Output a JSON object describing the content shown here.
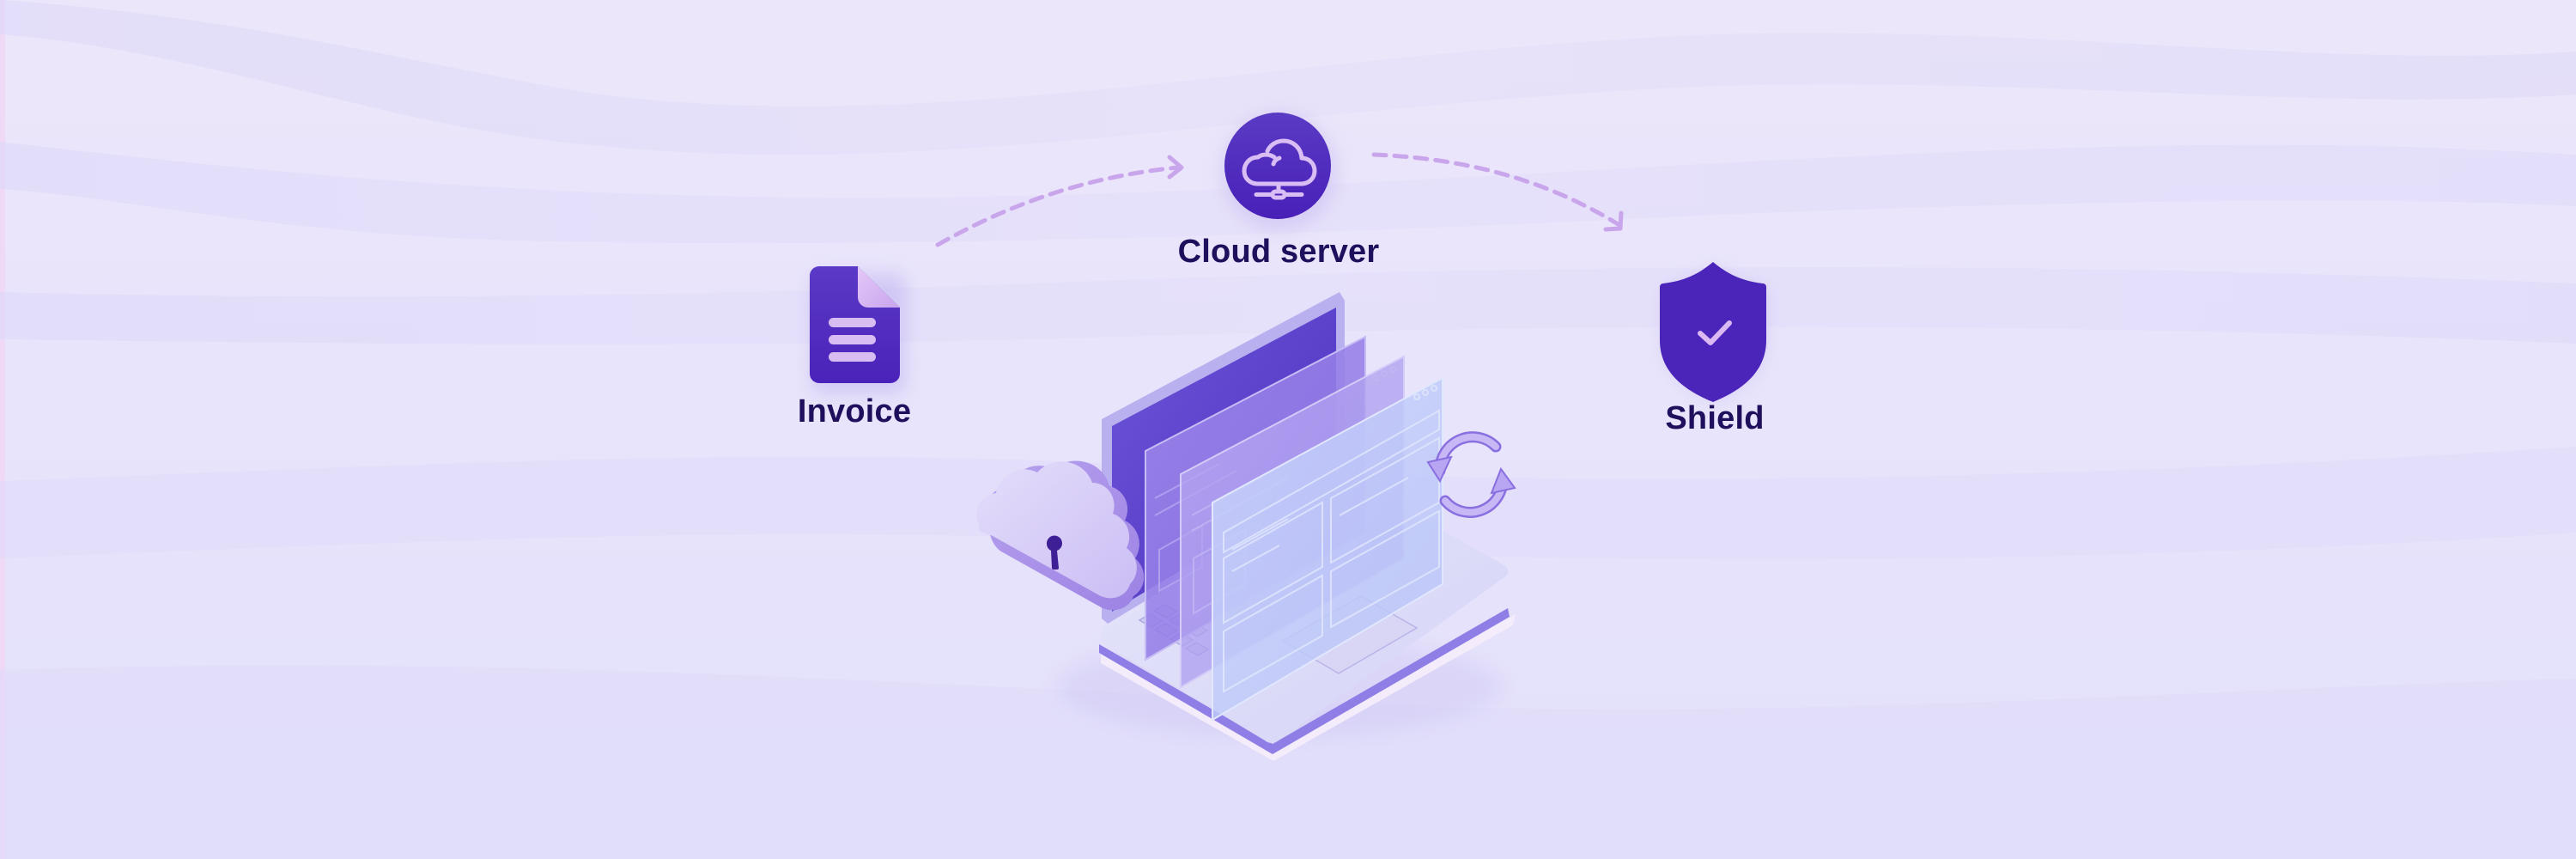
{
  "nodes": {
    "invoice": {
      "label": "Invoice",
      "icon": "document-icon"
    },
    "cloud_server": {
      "label": "Cloud server",
      "icon": "cloud-network-icon"
    },
    "shield": {
      "label": "Shield",
      "icon": "shield-check-icon"
    }
  },
  "flow": [
    {
      "from": "invoice",
      "to": "cloud_server",
      "style": "dashed-arrow"
    },
    {
      "from": "cloud_server",
      "to": "shield",
      "style": "dashed-arrow"
    }
  ],
  "illustration": {
    "subject": "isometric laptop with stacked transparent windows",
    "accessories": [
      "cloud-lock-icon",
      "sync-arrows-icon"
    ]
  },
  "colors": {
    "accent": "#4a24b8",
    "accent_light": "#d6b8f2",
    "label_text": "#1f0f5c",
    "arrow": "#c9a6ec",
    "background": "#e8e4fb"
  }
}
